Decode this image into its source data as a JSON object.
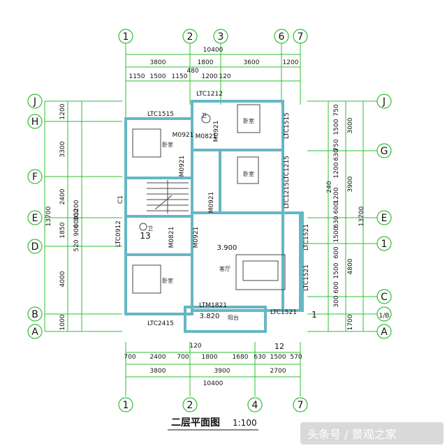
{
  "colors": {
    "background": "#ffffff",
    "axis_line": "#2fbf2f",
    "dim_text": "#111111",
    "wall": "#66b7c4",
    "wall_fill": "#e3f2f5",
    "room_text": "#2b2b2b",
    "watermark": "#ffffff"
  },
  "grid_axes": {
    "top": [
      "1",
      "2",
      "3",
      "6",
      "7"
    ],
    "bottom": [
      "1",
      "2",
      "4",
      "7"
    ],
    "left": [
      "J",
      "H",
      "F",
      "E",
      "D",
      "B",
      "A"
    ],
    "right": [
      "J",
      "G",
      "E",
      "1",
      "C",
      "1/B",
      "A"
    ]
  },
  "dims": {
    "top_total": "10400",
    "top_row1": [
      "3800",
      "1800",
      "3600",
      "1200"
    ],
    "top_row2": [
      "1150",
      "1500",
      "1150",
      "480",
      "1200",
      "120"
    ],
    "bottom_row1": [
      "700",
      "2400",
      "700",
      "120",
      "1800",
      "1680",
      "630",
      "1500",
      "570"
    ],
    "bottom_row2": [
      "3800",
      "3900",
      "2700"
    ],
    "bottom_total": "10400",
    "left_outer": [
      "1200",
      "3300",
      "2400",
      "1200",
      "600",
      "300",
      "900",
      "1850",
      "520",
      "4000",
      "1000"
    ],
    "left_total": "13700",
    "right_inner": [
      "750",
      "1500",
      "750",
      "630",
      "1200",
      "240",
      "1200",
      "600",
      "630",
      "1500",
      "600",
      "1500",
      "600",
      "300"
    ],
    "right_mid": [
      "3000",
      "3900",
      "4800",
      "1700"
    ],
    "right_total": "13700"
  },
  "labels": {
    "windows": [
      "LTC1212",
      "LTC1515",
      "LTC1515",
      "LTC1215",
      "LTC1215",
      "LTC0912",
      "LTC1521",
      "LTC1521",
      "LTC1521",
      "LTC2415",
      "C1"
    ],
    "doors": [
      "M0821",
      "M0921",
      "M0921",
      "M0921",
      "M0821",
      "M0921",
      "M0921",
      "LTM1821"
    ],
    "levels": [
      "3.900",
      "3.820"
    ],
    "rooms": [
      "卧室",
      "卧室",
      "卧室",
      "卧室",
      "卫",
      "卫",
      "客厅",
      "阳台"
    ],
    "markers": [
      "13",
      "12",
      "1"
    ]
  },
  "title": {
    "main": "二层平面图",
    "scale": "1:100"
  },
  "watermark": "头条号 / 景观之家"
}
